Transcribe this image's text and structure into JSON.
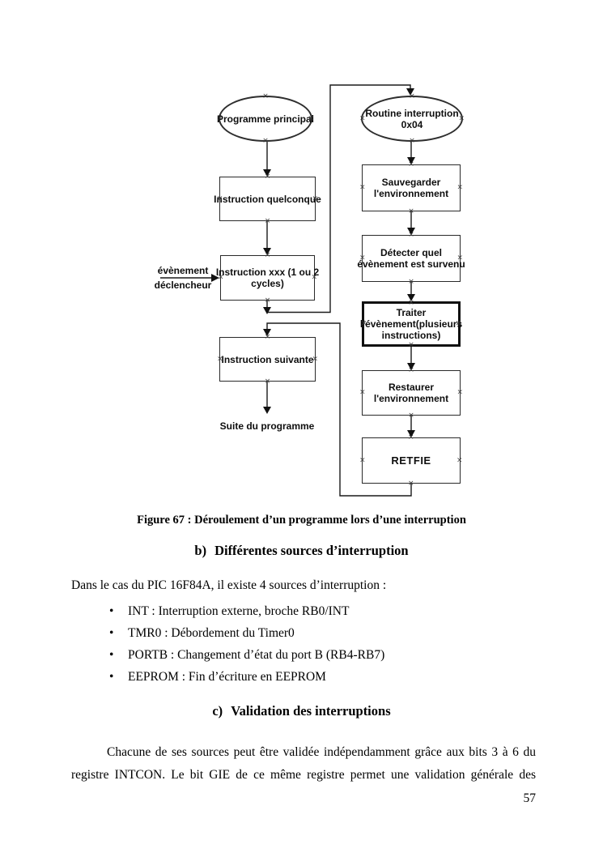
{
  "page": {
    "number": "57"
  },
  "colors": {
    "paper": "#ffffff",
    "ink": "#1a1a1a"
  },
  "figure": {
    "caption": "Figure 67 : Déroulement d’un programme lors d’une interruption",
    "handle_glyph": "×",
    "nodes": {
      "main_start": "Programme principal",
      "instr_any": "Instruction quelconque",
      "instr_xxx": "Instruction xxx (1 ou 2\ncycles)",
      "trigger": "évènement\ndéclencheur",
      "instr_next": "Instruction suivante",
      "program_rest": "Suite du programme",
      "isr_start": "Routine interruption\n0x04",
      "save_env": "Sauvegarder\nl'environnement",
      "detect_event": "Détecter quel\névènement est survenu",
      "handle_event": "Traiter\nl'évènement(plusieurs\ninstructions)",
      "restore_env": "Restaurer\nl'environnement",
      "return_instr": "RETFIE"
    }
  },
  "sections": {
    "b": {
      "prefix": "b)",
      "title": "Différentes sources d’interruption"
    },
    "c": {
      "prefix": "c)",
      "title": "Validation des interruptions"
    }
  },
  "content": {
    "intro": "Dans le cas du PIC 16F84A, il existe 4 sources d’interruption :",
    "bullets": [
      "INT : Interruption externe, broche RB0/INT",
      "TMR0 : Débordement du Timer0",
      "PORTB : Changement d’état du port B (RB4-RB7)",
      "EEPROM : Fin d’écriture en EEPROM"
    ],
    "paragraph_lines": [
      "Chacune de ses sources peut être validée indépendamment grâce aux bits 3 à 6 du",
      "registre INTCON. Le bit GIE de ce même registre permet une validation générale des"
    ]
  }
}
